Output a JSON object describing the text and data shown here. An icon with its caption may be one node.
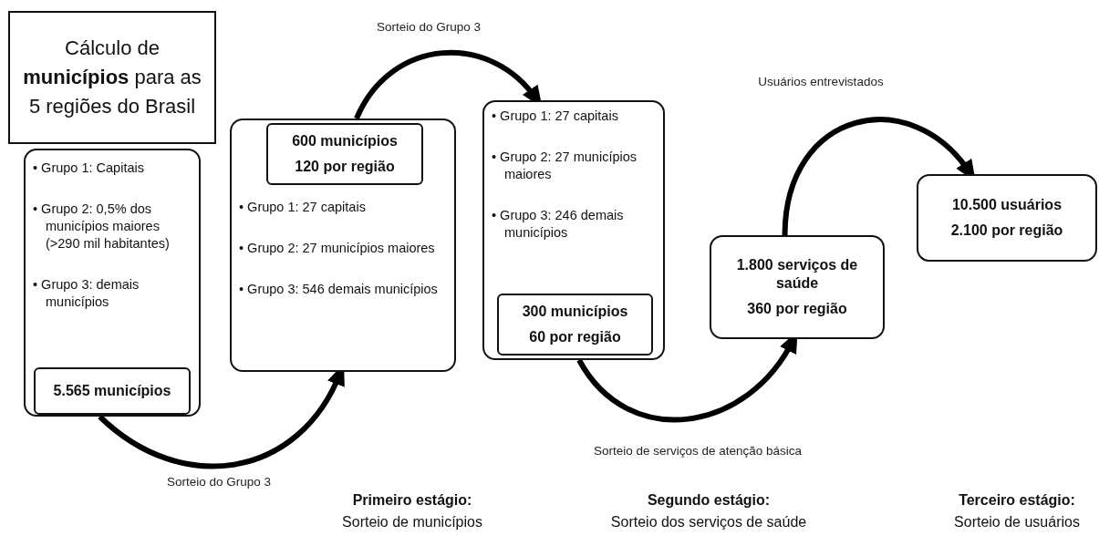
{
  "diagram": {
    "nodes": [
      {
        "text": [
          "Cálculo de **municípios** para as 5 regiões do Brasil"
        ]
      },
      {
        "text": [
          "• Grupo 1: Capitais",
          "• Grupo 2: 0,5% dos municípios maiores (>290 mil habitantes)",
          "• Grupo 3: demais municípios"
        ]
      },
      {
        "text": [
          "5.565 municípios"
        ],
        "in": 1
      },
      {
        "text": [
          "• Grupo 1: 27 capitais",
          "• Grupo 2: 27 municípios maiores",
          "• Grupo 3: 546 demais municípios"
        ]
      },
      {
        "text": [
          "600 municípios",
          "120 por região"
        ],
        "in": 3
      },
      {
        "text": [
          "• Grupo 1: 27 capitais",
          "• Grupo 2: 27 municípios maiores",
          "• Grupo 3: 246 demais municípios"
        ]
      },
      {
        "text": [
          "300 municípios",
          "60 por região"
        ],
        "in": 5
      },
      {
        "text": [
          "1.800 serviços de saúde",
          "360 por região"
        ]
      },
      {
        "text": [
          "10.500 usuários",
          "2.100 por região"
        ]
      }
    ],
    "edges": [
      {
        "from": 1,
        "to": 3,
        "arrow": "to",
        "label": "Sorteio do Grupo 3"
      },
      {
        "from": 3,
        "to": 5,
        "arrow": "to",
        "label": "Sorteio do Grupo 3"
      },
      {
        "from": 5,
        "to": 7,
        "arrow": "to",
        "label": "Sorteio de serviços de atenção básica"
      },
      {
        "from": 7,
        "to": 8,
        "arrow": "to",
        "label": "Usuários entrevistados"
      }
    ],
    "labels": [
      "Primeiro estágio:",
      "Sorteio de municípios",
      "Segundo estágio:",
      "Sorteio dos serviços de saúde",
      "Terceiro estágio:",
      "Sorteio de usuários"
    ]
  }
}
